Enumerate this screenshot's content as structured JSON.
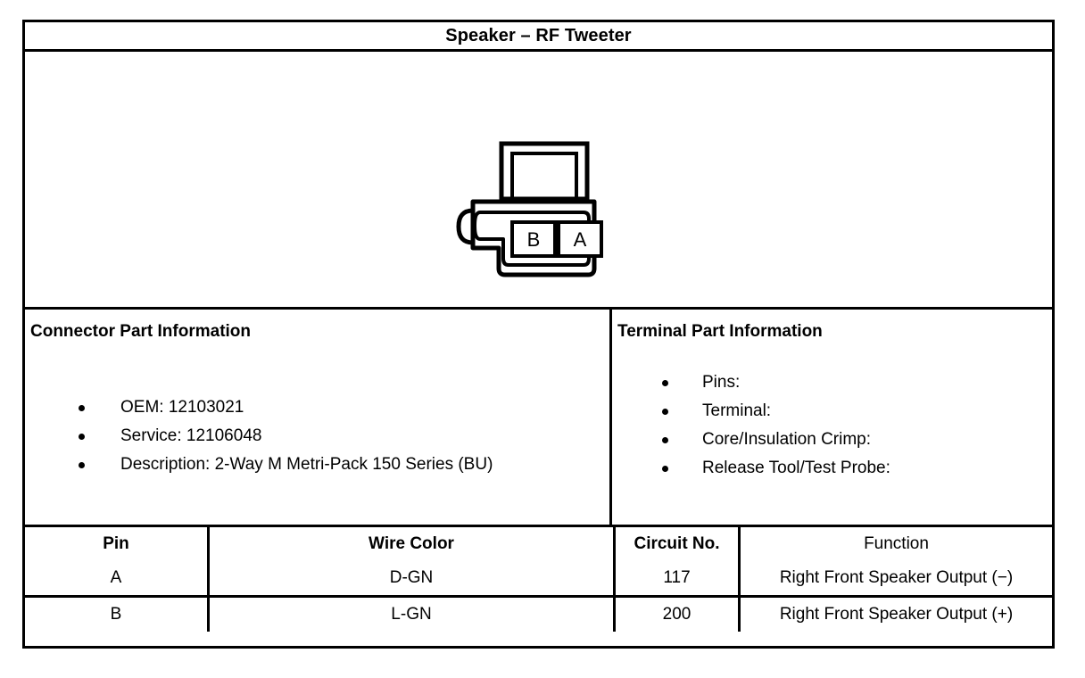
{
  "title": "Speaker – RF Tweeter",
  "connector_view": {
    "type": "connector-end-view",
    "ways": 2,
    "cavity_labels": [
      "B",
      "A"
    ],
    "cavity_order_left_to_right": [
      "B",
      "A"
    ],
    "features": [
      "latch-tab-top",
      "keyway-tab-left",
      "rounded-body"
    ]
  },
  "connector_part": {
    "heading": "Connector Part Information",
    "items": [
      "OEM: 12103021",
      "Service: 12106048",
      "Description: 2-Way M Metri-Pack 150 Series (BU)"
    ]
  },
  "terminal_part": {
    "heading": "Terminal Part Information",
    "items": [
      "Pins:",
      "Terminal:",
      "Core/Insulation Crimp:",
      "Release Tool/Test Probe:"
    ]
  },
  "pin_table": {
    "headers": [
      "Pin",
      "Wire Color",
      "Circuit No.",
      "Function"
    ],
    "rows": [
      {
        "pin": "A",
        "wire_color": "D-GN",
        "circuit_no": "117",
        "function": "Right Front Speaker Output (−)"
      },
      {
        "pin": "B",
        "wire_color": "L-GN",
        "circuit_no": "200",
        "function": "Right Front Speaker Output (+)"
      }
    ]
  },
  "colors": {
    "ink": "#000000",
    "paper": "#ffffff"
  }
}
